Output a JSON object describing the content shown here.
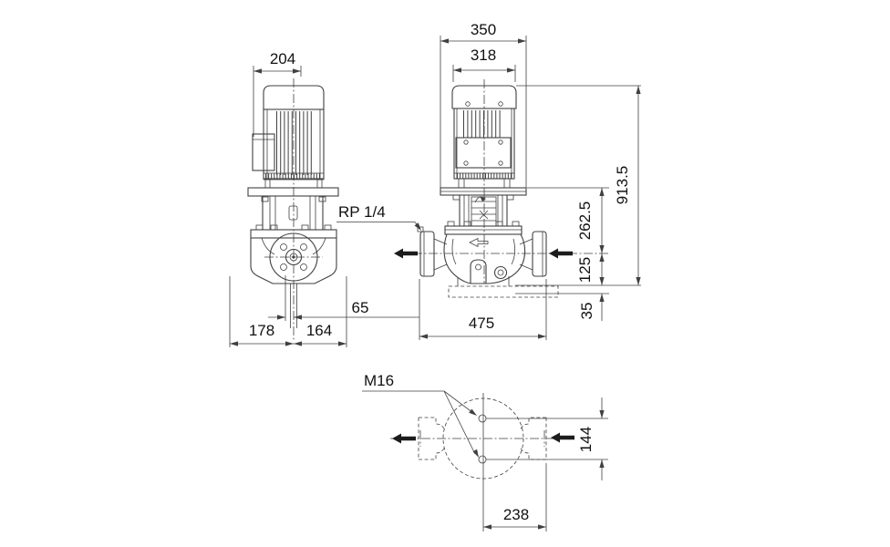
{
  "colors": {
    "line": "#404040",
    "text": "#111111",
    "background": "#ffffff"
  },
  "side_view": {
    "motor_width": "204",
    "depth_rear": "178",
    "depth_front": "164",
    "port_offset": "65"
  },
  "front_view": {
    "stool_width": "350",
    "motor_width": "318",
    "overall_height": "913.5",
    "stool_height": "262.5",
    "port_centre_height": "125",
    "base_height": "35",
    "port_to_port": "475",
    "gauge_port": "RP 1/4"
  },
  "plan_view": {
    "anchor_thread": "M16",
    "anchor_spacing": "144",
    "centre_to_flange": "238"
  }
}
